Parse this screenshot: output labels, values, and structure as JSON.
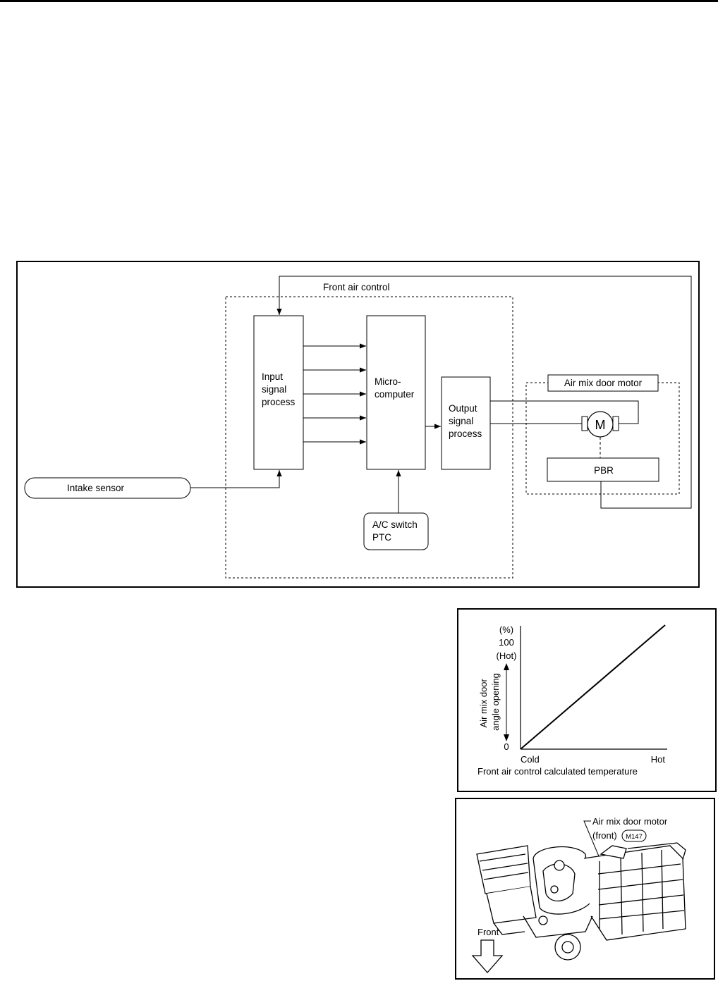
{
  "block_diagram": {
    "front_air_control": "Front air control",
    "input_signal_process": [
      "Input",
      "signal",
      "process"
    ],
    "microcomputer": [
      "Micro-",
      "computer"
    ],
    "output_signal_process": [
      "Output",
      "signal",
      "process"
    ],
    "air_mix_door_motor": "Air mix door motor",
    "motor_symbol": "M",
    "pbr": "PBR",
    "intake_sensor": "Intake sensor",
    "ac_switch_ptc": [
      "A/C switch",
      "PTC"
    ]
  },
  "graph": {
    "y_unit": "(%)",
    "y_max": "100",
    "y_max_note": "(Hot)",
    "y_min": "0",
    "y_label": [
      "Air mix door",
      "angle opening"
    ],
    "x_min_label": "Cold",
    "x_max_label": "Hot",
    "x_label": "Front air control calculated temperature"
  },
  "chart_data": {
    "type": "line",
    "x": [
      "Cold",
      "Hot"
    ],
    "series": [
      {
        "values": [
          0,
          100
        ]
      }
    ],
    "xlabel": "Front air control calculated temperature",
    "ylabel": "Air mix door angle opening",
    "ylim": [
      0,
      100
    ],
    "grid": false
  },
  "component_view": {
    "callout_line1": "Air mix door motor",
    "callout_line2": "(front)",
    "connector": "M147",
    "front_label": "Front"
  }
}
